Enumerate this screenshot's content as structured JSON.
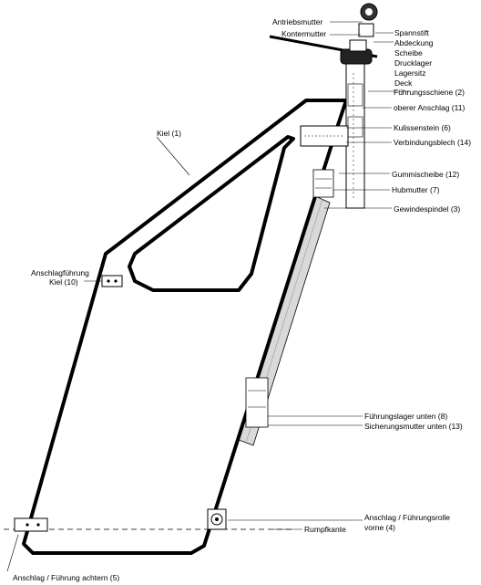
{
  "labels": {
    "antriebsmutter": "Antriebsmutter",
    "kontermutter": "Kontermutter",
    "spannstift": "Spannstift",
    "abdeckung": "Abdeckung",
    "scheibe": "Scheibe",
    "drucklager": "Drucklager",
    "lagersitz": "Lagersitz",
    "deck": "Deck",
    "fuehrungsschiene": "Führungsschiene (2)",
    "oberer_anschlag": "oberer Anschlag (11)",
    "kulissenstein": "Kulissenstein (6)",
    "verbindungsblech": "Verbindungsblech (14)",
    "kiel": "Kiel (1)",
    "gummischeibe": "Gummischeibe (12)",
    "hubmutter": "Hubmutter (7)",
    "gewindespindel": "Gewindespindel (3)",
    "anschlagfuehrung_1": "Anschlagführung",
    "anschlagfuehrung_2": "Kiel (10)",
    "fuehrungslager": "Führungslager unten (8)",
    "sicherungsmutter": "Sicherungsmutter unten (13)",
    "anschlag_vorne_1": "Anschlag / Führungsrolle",
    "anschlag_vorne_2": "vorne (4)",
    "rumpfkante": "Rumpfkante",
    "anschlag_achtern": "Anschlag / Führung achtern (5)"
  },
  "colors": {
    "line": "#000000",
    "fill": "#ffffff",
    "spindle": "#d9d9d9"
  }
}
